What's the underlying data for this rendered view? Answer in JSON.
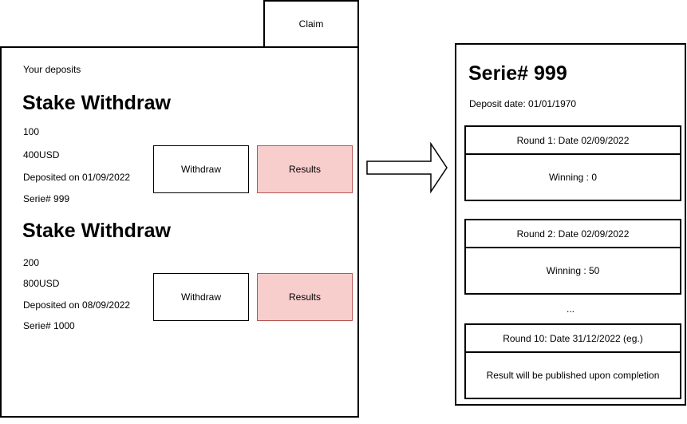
{
  "colors": {
    "background": "#ffffff",
    "line": "#000000",
    "results_fill": "#f8cecc",
    "results_border": "#b85450"
  },
  "claim_button": {
    "label": "Claim"
  },
  "deposits_panel": {
    "title": "Your deposits",
    "entries": [
      {
        "heading": "Stake Withdraw",
        "amount": "100",
        "value": "400USD",
        "deposited_on": "Deposited on 01/09/2022",
        "serie": "Serie# 999",
        "withdraw_label": "Withdraw",
        "results_label": "Results"
      },
      {
        "heading": "Stake Withdraw",
        "amount": "200",
        "value": "800USD",
        "deposited_on": "Deposited on 08/09/2022",
        "serie": "Serie# 1000",
        "withdraw_label": "Withdraw",
        "results_label": "Results"
      }
    ]
  },
  "serie_detail_panel": {
    "title": "Serie# 999",
    "deposit_date": "Deposit date: 01/01/1970",
    "rounds": [
      {
        "header": "Round 1: Date 02/09/2022",
        "body": "Winning : 0"
      },
      {
        "header": "Round 2: Date 02/09/2022",
        "body": "Winning : 50"
      }
    ],
    "ellipsis": "...",
    "final_round": {
      "header": "Round 10: Date 31/12/2022 (eg.)",
      "body": "Result will be published upon completion"
    }
  }
}
